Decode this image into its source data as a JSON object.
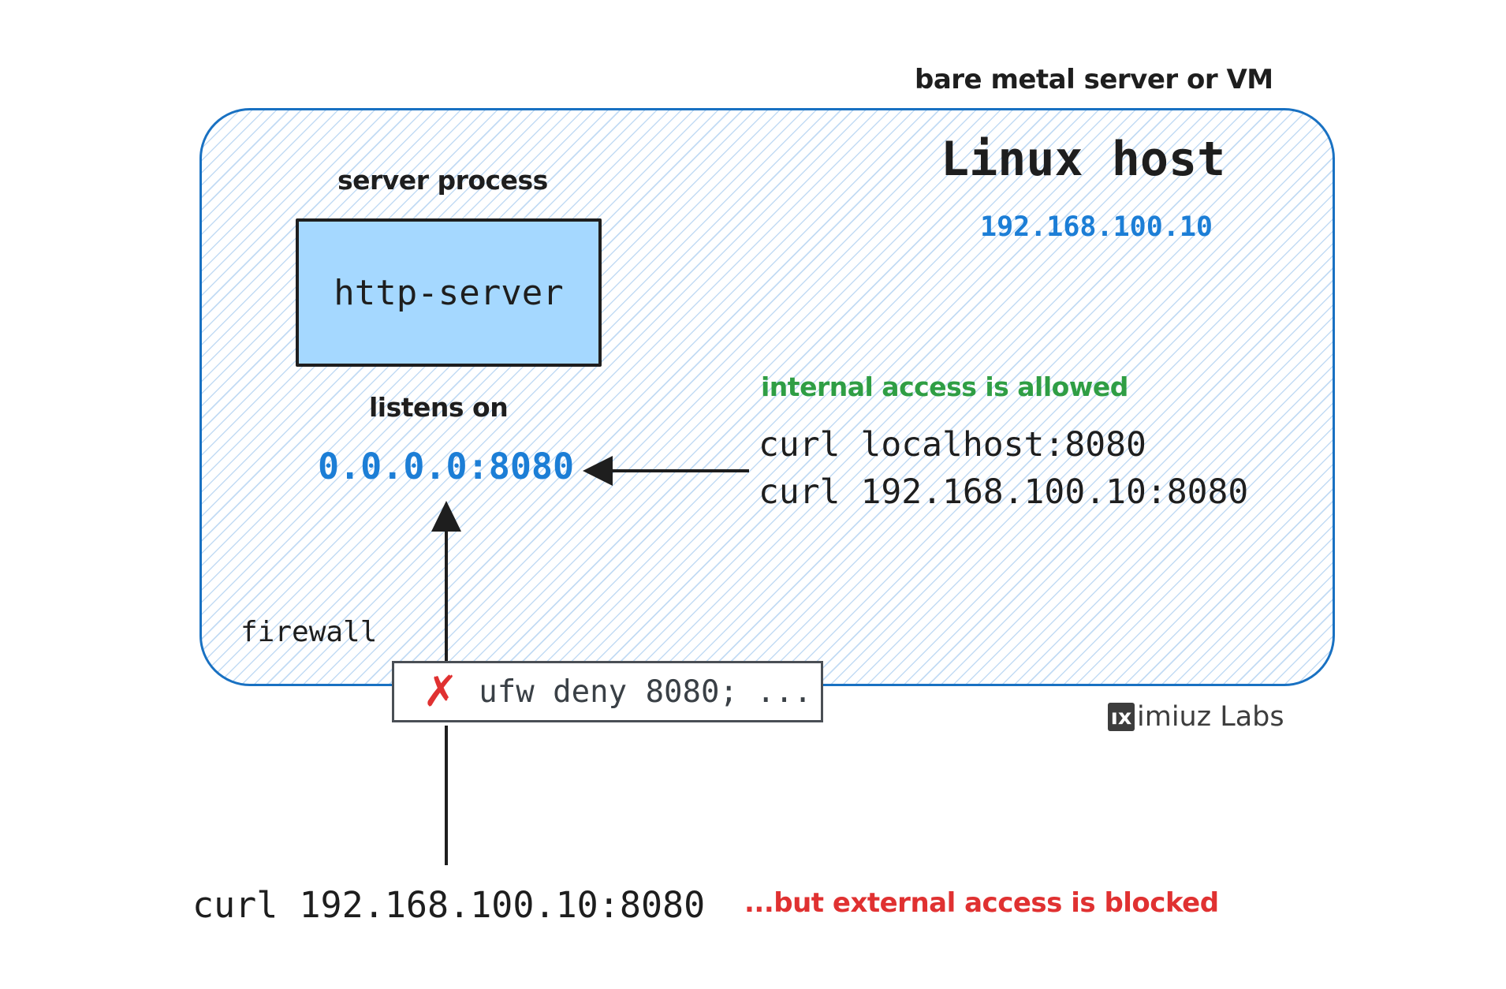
{
  "diagram": {
    "top_label": "bare metal server or VM",
    "host": {
      "title": "Linux host",
      "ip": "192.168.100.10"
    },
    "process": {
      "label": "server process",
      "name": "http-server",
      "listens_label": "listens on",
      "listen_addr": "0.0.0.0:8080"
    },
    "internal_access": {
      "note": "internal access is allowed",
      "cmd1": "curl localhost:8080",
      "cmd2": "curl 192.168.100.10:8080"
    },
    "firewall": {
      "label": "firewall",
      "blocked_icon": "✗",
      "rule": "ufw deny 8080; ..."
    },
    "external_access": {
      "cmd": "curl 192.168.100.10:8080",
      "note": "...but external access is blocked"
    },
    "brand": {
      "mark": "ıx",
      "name": "imiuz Labs"
    },
    "colors": {
      "host_border_blue": "#1971c2",
      "code_blue": "#1c7ed6",
      "allowed_green": "#2f9e44",
      "blocked_red": "#e03131",
      "process_fill": "#a5d8ff",
      "hatch_blue": "#90beeb",
      "ink": "#1e1e1e"
    }
  }
}
